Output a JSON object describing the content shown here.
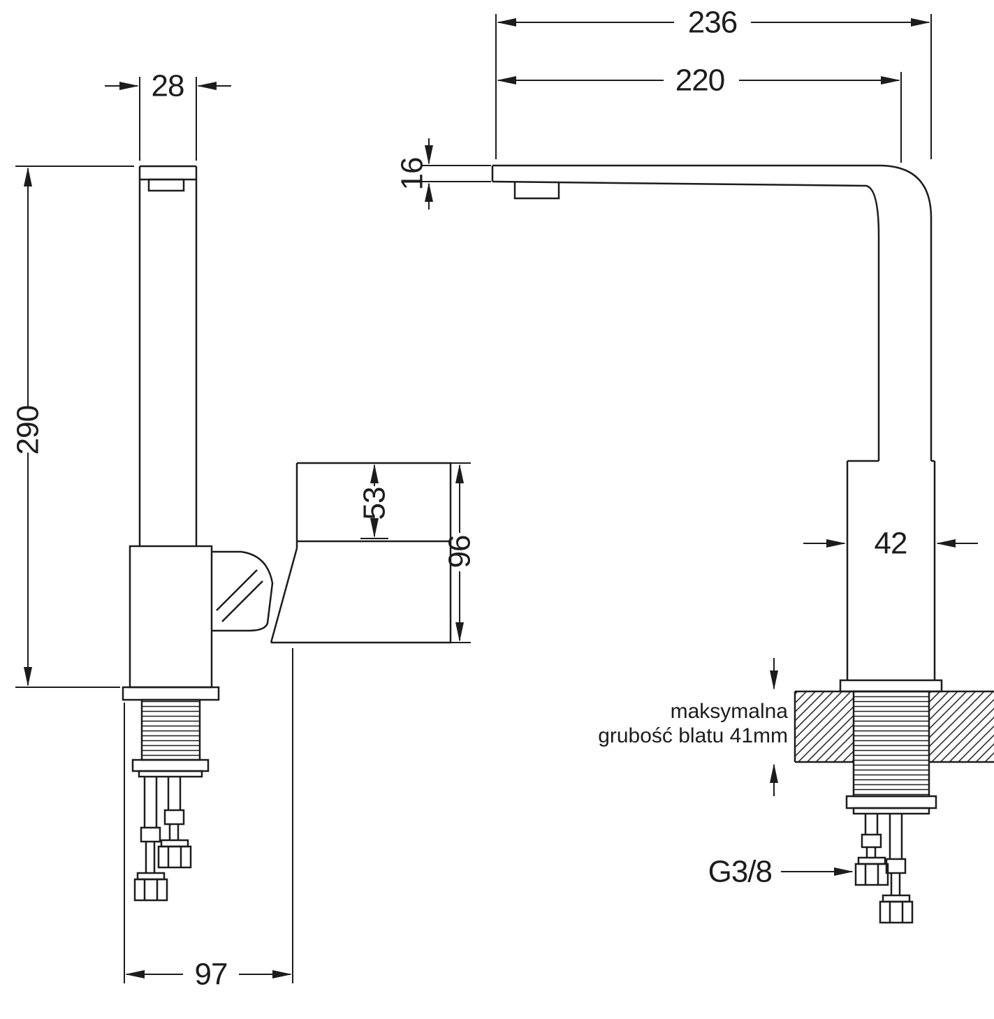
{
  "drawing": {
    "background": "#ffffff",
    "line_color": "#1c1c1c",
    "dims": {
      "spout_width": "28",
      "spout_height": "290",
      "handle_thickness": "53",
      "handle_height": "96",
      "base_reach": "97",
      "total_reach": "236",
      "spout_reach": "220",
      "spout_profile": "16",
      "body_width": "42"
    },
    "annotations": {
      "counter_note_line1": "maksymalna",
      "counter_note_line2": "grubość blatu 41mm",
      "thread_size": "G3/8"
    }
  }
}
